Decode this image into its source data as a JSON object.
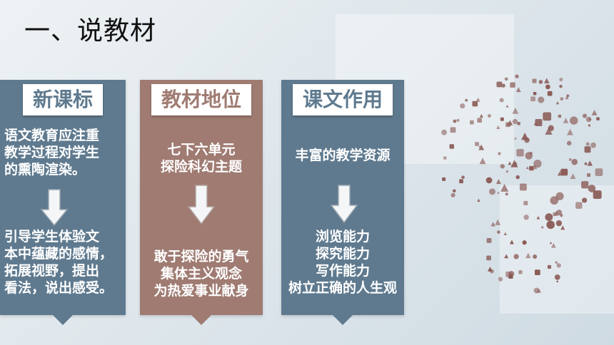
{
  "title": "一、说教材",
  "cards": [
    {
      "header": "新课标",
      "top_lines": [
        "语文教育应注重",
        "教学过程对学生",
        "的熏陶渲染。"
      ],
      "bottom_lines": [
        "引导学生体验文",
        "本中蕴藏的感情，",
        "拓展视野，提出",
        "看法，说出感受。"
      ]
    },
    {
      "header": "教材地位",
      "top_lines": [
        "七下六单元",
        "探险科幻主题"
      ],
      "bottom_lines": [
        "敢于探险的勇气",
        "集体主义观念",
        "为热爱事业献身"
      ]
    },
    {
      "header": "课文作用",
      "top_lines": [
        "丰富的教学资源"
      ],
      "bottom_lines": [
        "浏览能力",
        "探究能力",
        "写作能力",
        "树立正确的人生观"
      ]
    }
  ],
  "colors": {
    "blue_card": "#5f7a8f",
    "brown_card": "#9f7b72",
    "icon_cloud": "#8a5a55"
  },
  "decoration": "head-shaped-icon-cloud"
}
